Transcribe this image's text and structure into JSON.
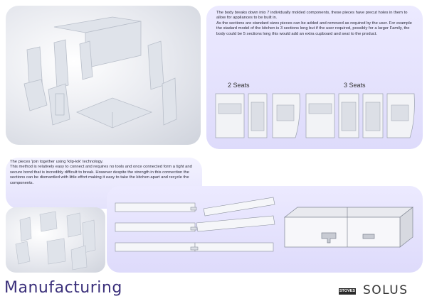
{
  "description_top": "The body breaks down into 7 individually molded components, these pieces have precut holes in them to allow for appliances to be built in.\n As the sections are standard sizes pieces can be added and removed as required by the user. For example the stadard model of the kitchen is 3 sections long but if the user required, possibly for a larger Family, the body could be 5 sections long this would add an extra cupboard and seat to the product.",
  "seat_options": {
    "two": "2 Seats",
    "three": "3 Seats"
  },
  "description_joining": "The pieces 'join together using 'klip-lok' technology.\n This method is relatively easy to connect and requires no tools and once connected form a tight and secure bond that is incredibly difficult to break. However despite the strength in this connection the sections can be dismantled with little effort making it easy to take the kitchen apart and recycle the components.",
  "page_title": "Manufacturing",
  "brand": {
    "badge": "STOVES",
    "name": "SOLUS"
  },
  "colors": {
    "title": "#3a2f7a",
    "panel_lilac": "#e3e0fc",
    "panel_grey": "#dfe2e8"
  }
}
